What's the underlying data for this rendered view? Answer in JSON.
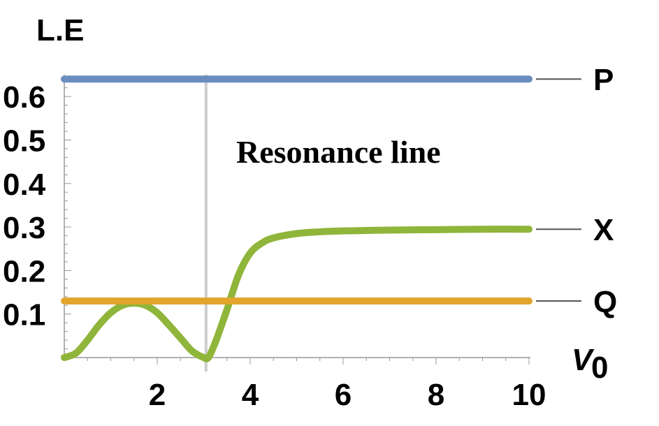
{
  "chart_data": {
    "type": "line",
    "ylabel": "L.E",
    "xlabel": "V",
    "xlabel_sub": "0",
    "xlim": [
      0,
      10
    ],
    "ylim": [
      0,
      0.65
    ],
    "x_ticks": [
      2,
      4,
      6,
      8,
      10
    ],
    "y_ticks": [
      0.1,
      0.2,
      0.3,
      0.4,
      0.5,
      0.6
    ],
    "x_tick_labels": [
      "2",
      "4",
      "6",
      "8",
      "10"
    ],
    "y_tick_labels": [
      "0.1",
      "0.2",
      "0.3",
      "0.4",
      "0.5",
      "0.6"
    ],
    "grid": false,
    "legend": "line-end labels",
    "annotation": {
      "text": "Resonance line",
      "x": 3.05
    },
    "series": [
      {
        "name": "P",
        "color": "#6a8dbd",
        "x": [
          0,
          10
        ],
        "y": [
          0.64,
          0.64
        ]
      },
      {
        "name": "X",
        "color": "#8fb53a",
        "x": [
          0,
          0.25,
          0.5,
          0.75,
          1.0,
          1.25,
          1.5,
          1.75,
          2.0,
          2.25,
          2.5,
          2.75,
          3.0,
          3.1,
          3.25,
          3.5,
          3.75,
          4.0,
          4.25,
          4.5,
          5.0,
          5.5,
          6.0,
          7.0,
          8.0,
          9.0,
          10.0
        ],
        "y": [
          0.0,
          0.01,
          0.04,
          0.075,
          0.103,
          0.12,
          0.125,
          0.12,
          0.103,
          0.075,
          0.045,
          0.015,
          0.0,
          0.0,
          0.035,
          0.11,
          0.19,
          0.24,
          0.263,
          0.275,
          0.285,
          0.289,
          0.291,
          0.293,
          0.294,
          0.295,
          0.295
        ]
      },
      {
        "name": "Q",
        "color": "#e2a52c",
        "x": [
          0,
          10
        ],
        "y": [
          0.13,
          0.13
        ]
      }
    ],
    "colors": {
      "axis": "#999999",
      "resonance_line": "#cccccc",
      "label_leader": "#555555"
    }
  }
}
